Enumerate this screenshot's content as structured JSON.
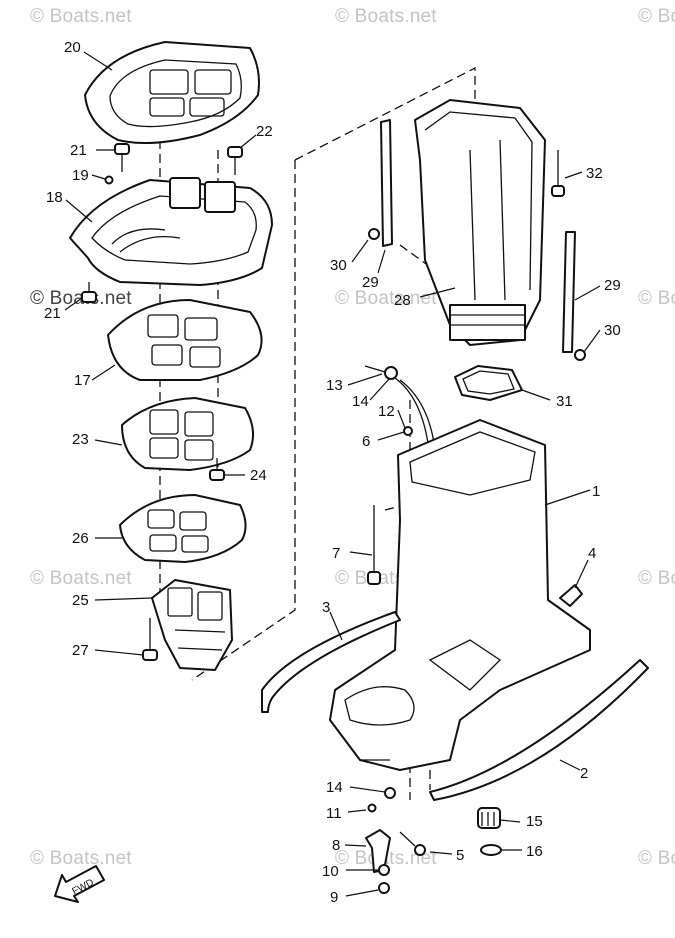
{
  "watermark": {
    "text": "© Boats.net"
  },
  "fwd_label": "FWD",
  "callouts": [
    "1",
    "2",
    "3",
    "4",
    "5",
    "6",
    "7",
    "8",
    "9",
    "10",
    "11",
    "12",
    "13",
    "14",
    "14",
    "15",
    "16",
    "17",
    "18",
    "19",
    "20",
    "21",
    "21",
    "22",
    "23",
    "24",
    "25",
    "26",
    "27",
    "28",
    "29",
    "29",
    "30",
    "30",
    "31",
    "32"
  ]
}
